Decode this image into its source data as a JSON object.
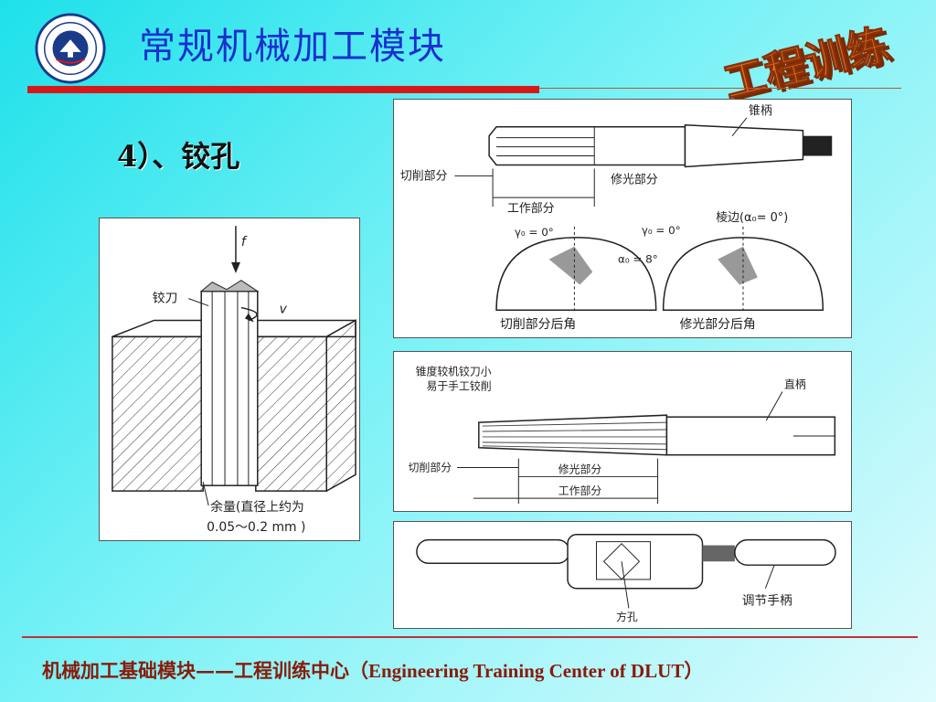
{
  "header": {
    "title": "常规机械加工模块",
    "badge_text": "工程训练"
  },
  "section": {
    "heading": "4）、铰孔"
  },
  "figure_left": {
    "feed_label": "f",
    "tool_label": "铰刀",
    "speed_label": "v",
    "allowance_line1": "余量(直径上约为",
    "allowance_line2": "0.05～0.2 mm )"
  },
  "figure_top": {
    "taper_shank": "锥柄",
    "cutting_part": "切削部分",
    "finishing_part": "修光部分",
    "working_part": "工作部分",
    "gamma1": "γ₀ = 0°",
    "gamma2": "γ₀ = 0°",
    "alpha": "α₀ = 8°",
    "land": "棱边(α₀= 0°)",
    "cutting_relief": "切削部分后角",
    "finishing_relief": "修光部分后角"
  },
  "figure_mid": {
    "note_line1": "锥度较机铰刀小",
    "note_line2": "易于手工铰削",
    "straight_shank": "直柄",
    "cutting_part": "切削部分",
    "finishing_part": "修光部分",
    "working_part": "工作部分"
  },
  "figure_bottom": {
    "square_hole": "方孔",
    "adjust_handle": "调节手柄"
  },
  "footer": {
    "text_cn": "机械加工基础模块——工程训练中心（",
    "text_en": "Engineering Training Center of  DLUT",
    "text_close": "）"
  },
  "colors": {
    "title": "#1a2fd0",
    "red_rule": "#d81818",
    "footer_text": "#8a1a0a",
    "badge": "#c84a10"
  }
}
